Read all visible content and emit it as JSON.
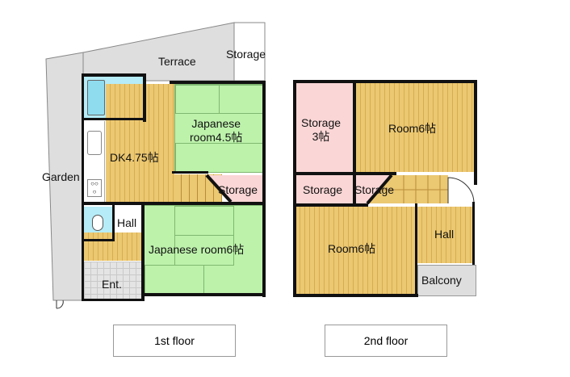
{
  "floor1": {
    "label": "1st floor",
    "rooms": {
      "terrace": "Terrace",
      "storage_top": "Storage",
      "garden": "Garden",
      "dk": "DK4.75帖",
      "jp45_line1": "Japanese",
      "jp45_line2": "room4.5帖",
      "storage_stair": "Storage",
      "hall": "Hall",
      "jp6": "Japanese room6帖",
      "entrance": "Ent."
    }
  },
  "floor2": {
    "label": "2nd floor",
    "rooms": {
      "storage3_line1": "Storage",
      "storage3_line2": "3帖",
      "room6_top": "Room6帖",
      "storage_left": "Storage",
      "storage_mid": "Storage",
      "room6_bottom": "Room6帖",
      "hall": "Hall",
      "balcony": "Balcony"
    }
  },
  "colors": {
    "wood": "#ebc872",
    "tatami": "#bdf2ab",
    "storage": "#fbd6d6",
    "wet": "#b5ecf7",
    "outdoor": "#dedede"
  }
}
